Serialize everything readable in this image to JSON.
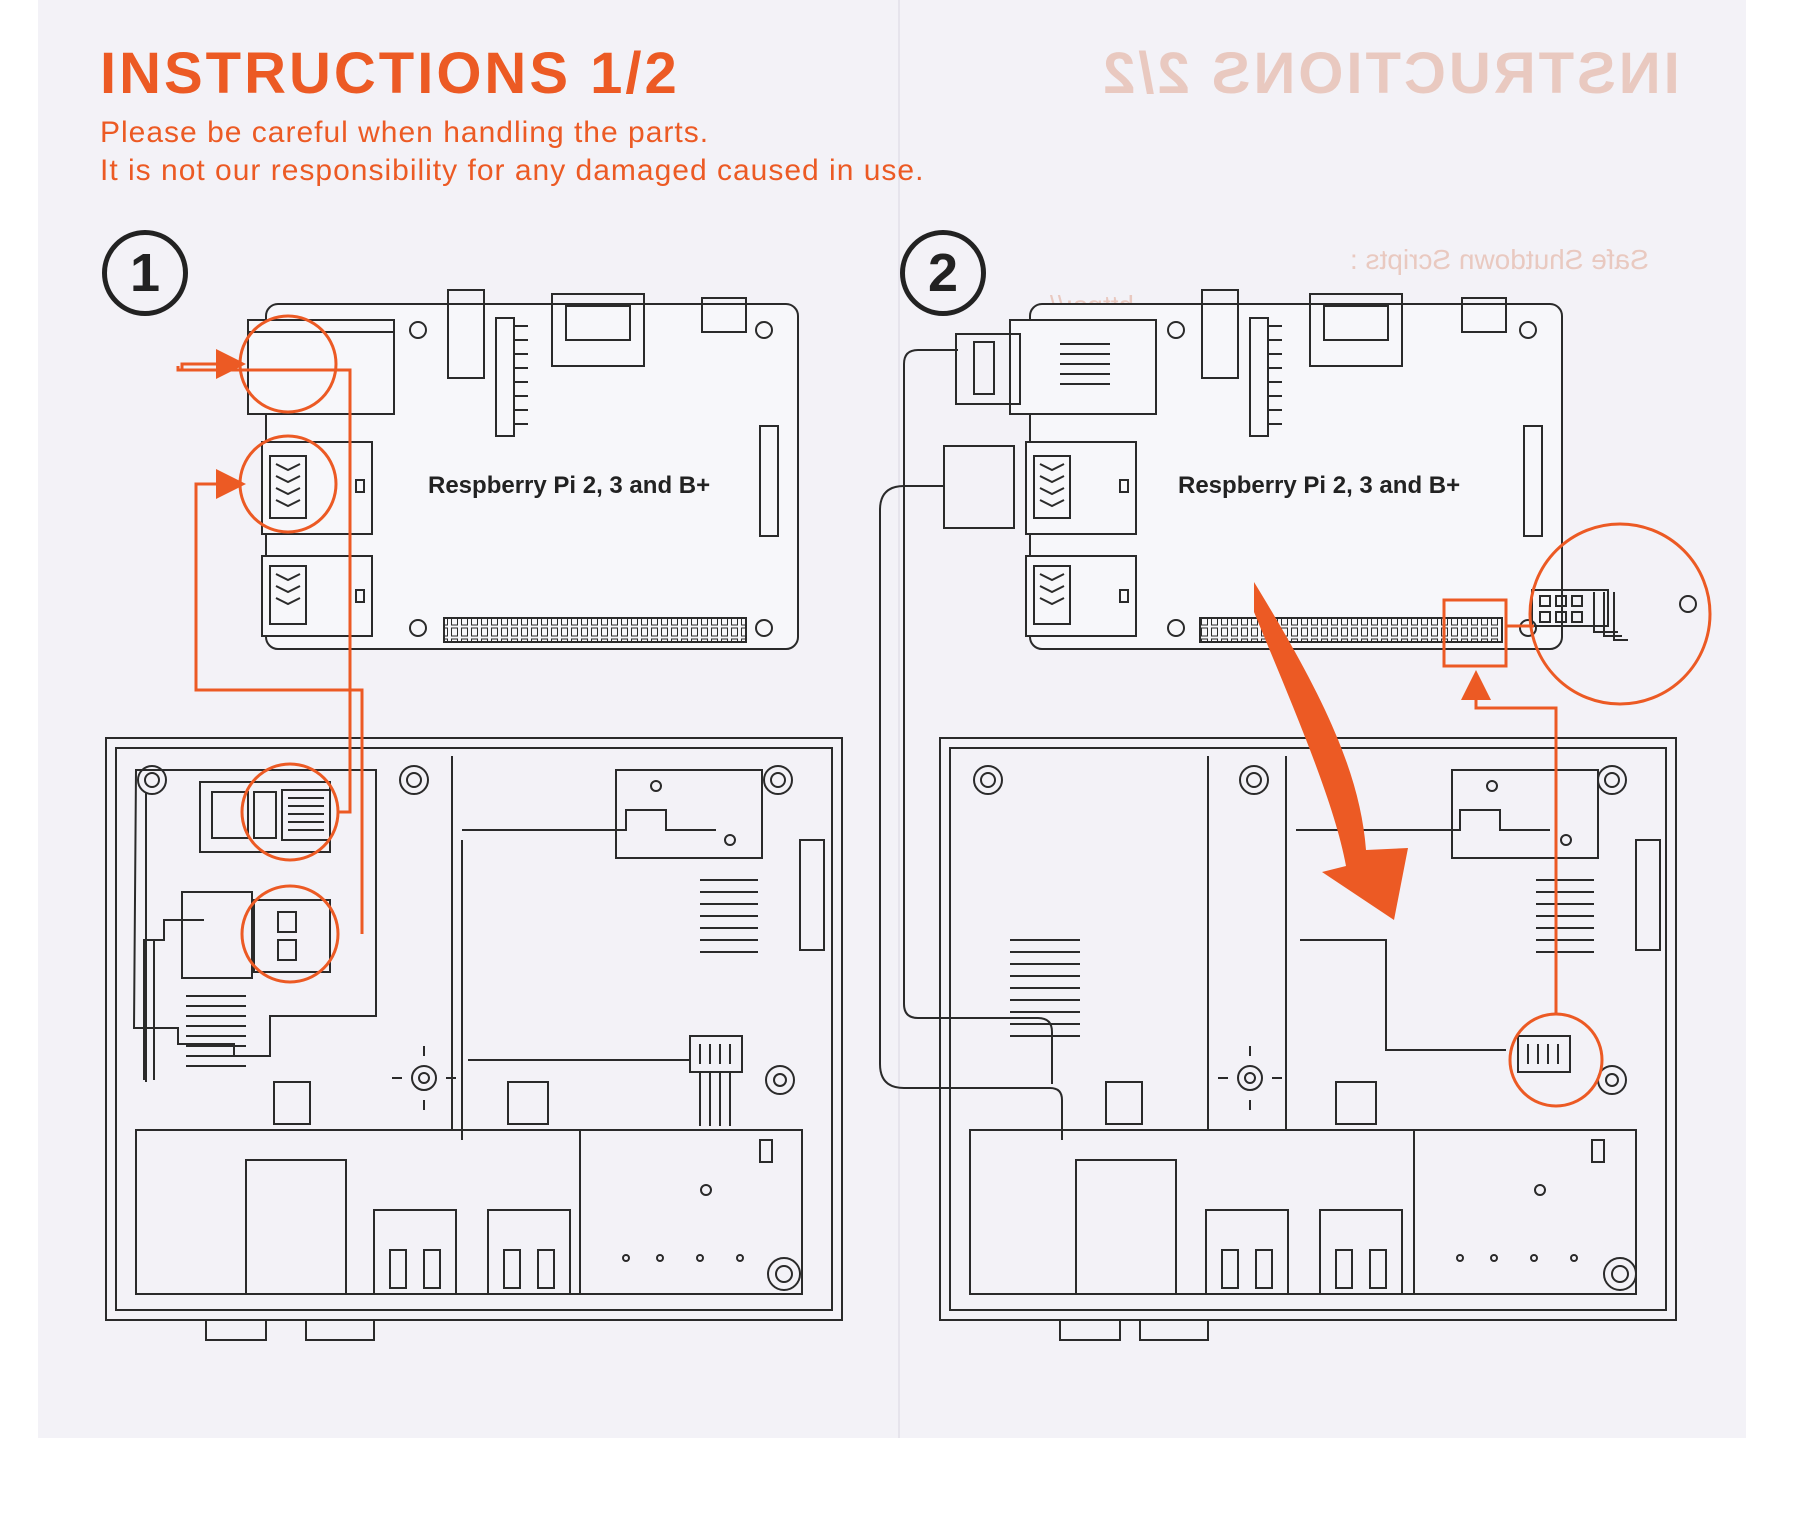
{
  "header": {
    "title": "INSTRUCTIONS 1/2",
    "line1": "Please be careful when handling the parts.",
    "line2": "It is not our responsibility for any damaged caused in use."
  },
  "steps": [
    {
      "number": "1",
      "board_label": "Respberry Pi 2, 3 and B+"
    },
    {
      "number": "2",
      "board_label": "Respberry Pi 2, 3 and B+"
    }
  ],
  "show_through": {
    "title": "INSTRUCTIONS 2/2",
    "line1": "Safe Shutdown Scripts :",
    "line2": "https://"
  },
  "colors": {
    "accent": "#ec5a24",
    "line": "#2a2a2a",
    "paper": "#f3f2f7"
  }
}
